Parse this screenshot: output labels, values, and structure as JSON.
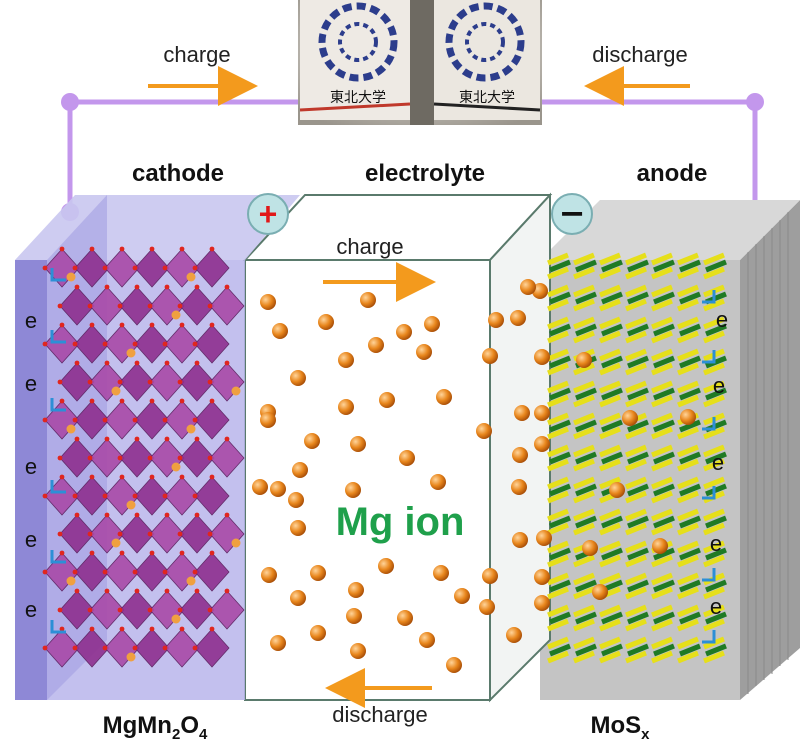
{
  "photo": {
    "left_label": "東北大学",
    "right_label": "東北大学"
  },
  "top": {
    "charge_label": "charge",
    "discharge_label": "discharge"
  },
  "headers": {
    "cathode": "cathode",
    "electrolyte": "electrolyte",
    "anode": "anode"
  },
  "electrolyte": {
    "charge_label": "charge",
    "discharge_label": "discharge",
    "ion_label": "Mg ion"
  },
  "electrons": {
    "symbol": "e"
  },
  "terminals": {
    "positive": "+",
    "negative": "−"
  },
  "materials": {
    "cathode": {
      "base": "MgMn",
      "sub1": "2",
      "mid": "O",
      "sub2": "4"
    },
    "anode": {
      "base": "MoS",
      "sub": "x"
    }
  },
  "colors": {
    "wire": "#c397ec",
    "arrow": "#f39a1d",
    "ion_text": "#1fa04b",
    "cathode_face": "#9b96de",
    "electrolyte_edge": "#5a7a6c",
    "anode_face": "#bdbdbd",
    "ion": "#e47e18",
    "terminal": "#bfe3e5",
    "plus": "#e11818"
  }
}
